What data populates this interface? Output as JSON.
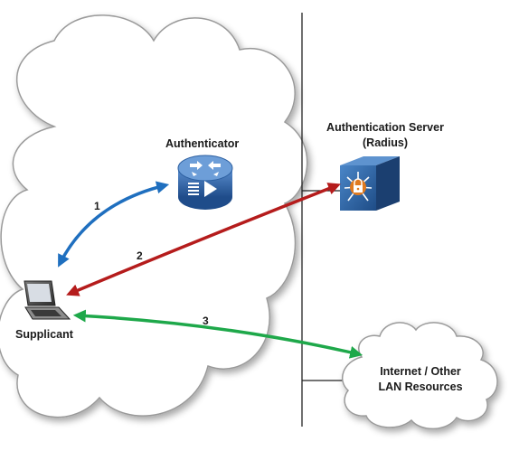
{
  "nodes": {
    "authenticator": {
      "label": "Authenticator",
      "icon": "router-icon"
    },
    "auth_server": {
      "label_line1": "Authentication Server",
      "label_line2": "(Radius)",
      "icon": "server-lock-icon"
    },
    "supplicant": {
      "label": "Supplicant",
      "icon": "laptop-icon"
    },
    "internet": {
      "label_line1": "Internet / Other",
      "label_line2": "LAN Resources",
      "icon": "cloud-icon"
    }
  },
  "steps": [
    {
      "number": "1",
      "color": "#1f6fbf"
    },
    {
      "number": "2",
      "color": "#b51c1c"
    },
    {
      "number": "3",
      "color": "#1ea84a"
    }
  ],
  "colors": {
    "cloud_stroke": "#9a9a9a",
    "router_body": "#2c5fa0",
    "server_body": "#2a5d96",
    "lock": "#e07a1f"
  }
}
